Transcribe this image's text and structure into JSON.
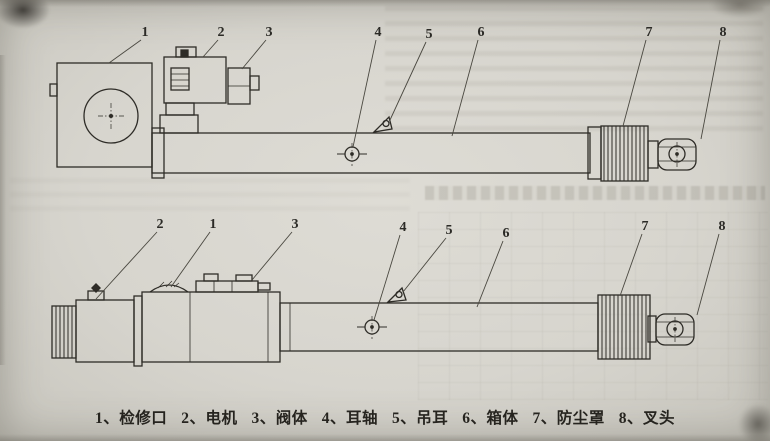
{
  "colors": {
    "paper": "#d7d5ce",
    "ink": "#2e2c27",
    "leader_line": "#4a4840"
  },
  "top_view": {
    "callouts": [
      "1",
      "2",
      "3",
      "4",
      "5",
      "6",
      "7",
      "8"
    ]
  },
  "bottom_view": {
    "callouts": [
      "2",
      "1",
      "3",
      "4",
      "5",
      "6",
      "7",
      "8"
    ]
  },
  "legend": {
    "items": [
      "1、检修口",
      "2、电机",
      "3、阀体",
      "4、耳轴",
      "5、吊耳",
      "6、箱体",
      "7、防尘罩",
      "8、叉头"
    ]
  }
}
